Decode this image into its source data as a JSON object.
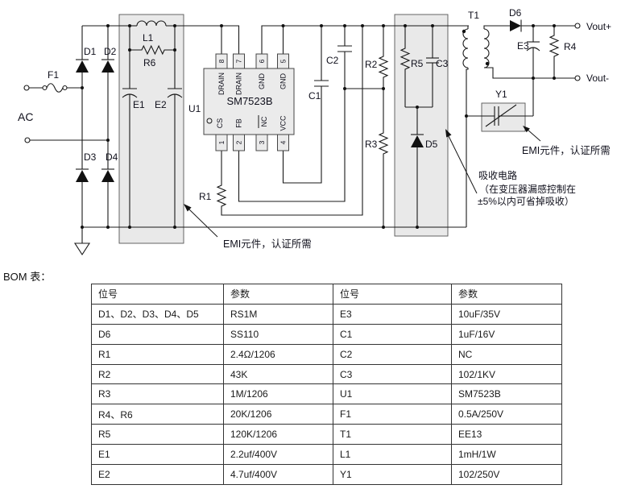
{
  "schematic": {
    "labels": {
      "ac": "AC",
      "f1": "F1",
      "d1": "D1",
      "d2": "D2",
      "d3": "D3",
      "d4": "D4",
      "l1": "L1",
      "r6": "R6",
      "e1": "E1",
      "e2": "E2",
      "u1": "U1",
      "c1": "C1",
      "c2": "C2",
      "r1": "R1",
      "r2": "R2",
      "r3": "R3",
      "r5": "R5",
      "c3": "C3",
      "d5": "D5",
      "t1": "T1",
      "d6": "D6",
      "e3": "E3",
      "r4": "R4",
      "y1": "Y1",
      "vout_plus": "Vout+",
      "vout_minus": "Vout-"
    },
    "ic": {
      "part": "SM7523B",
      "pins_top": [
        {
          "num": "8",
          "name": "DRAIN"
        },
        {
          "num": "7",
          "name": "DRAIN"
        },
        {
          "num": "6",
          "name": "GND"
        },
        {
          "num": "5",
          "name": "GND"
        }
      ],
      "pins_bottom": [
        {
          "num": "1",
          "name": "CS"
        },
        {
          "num": "2",
          "name": "FB"
        },
        {
          "num": "3",
          "name": "NC"
        },
        {
          "num": "4",
          "name": "VCC"
        }
      ]
    },
    "annotations": {
      "emi_left": "EMI元件，认证所需",
      "emi_right": "EMI元件，认证所需",
      "snubber_line1": "吸收电路",
      "snubber_line2": "（在变压器漏感控制在",
      "snubber_line3": "±5%以内可省掉吸收）"
    }
  },
  "bom": {
    "title": "BOM 表：",
    "headers": [
      "位号",
      "参数",
      "位号",
      "参数"
    ],
    "rows": [
      [
        "D1、D2、D3、D4、D5",
        "RS1M",
        "E3",
        "10uF/35V"
      ],
      [
        "D6",
        "SS110",
        "C1",
        "1uF/16V"
      ],
      [
        "R1",
        "2.4Ω/1206",
        "C2",
        "NC"
      ],
      [
        "R2",
        "43K",
        "C3",
        "102/1KV"
      ],
      [
        "R3",
        "1M/1206",
        "U1",
        "SM7523B"
      ],
      [
        "R4、R6",
        "20K/1206",
        "F1",
        "0.5A/250V"
      ],
      [
        "R5",
        "120K/1206",
        "T1",
        "EE13"
      ],
      [
        "E1",
        "2.2uf/400V",
        "L1",
        "1mH/1W"
      ],
      [
        "E2",
        "4.7uf/400V",
        "Y1",
        "102/250V"
      ]
    ]
  }
}
